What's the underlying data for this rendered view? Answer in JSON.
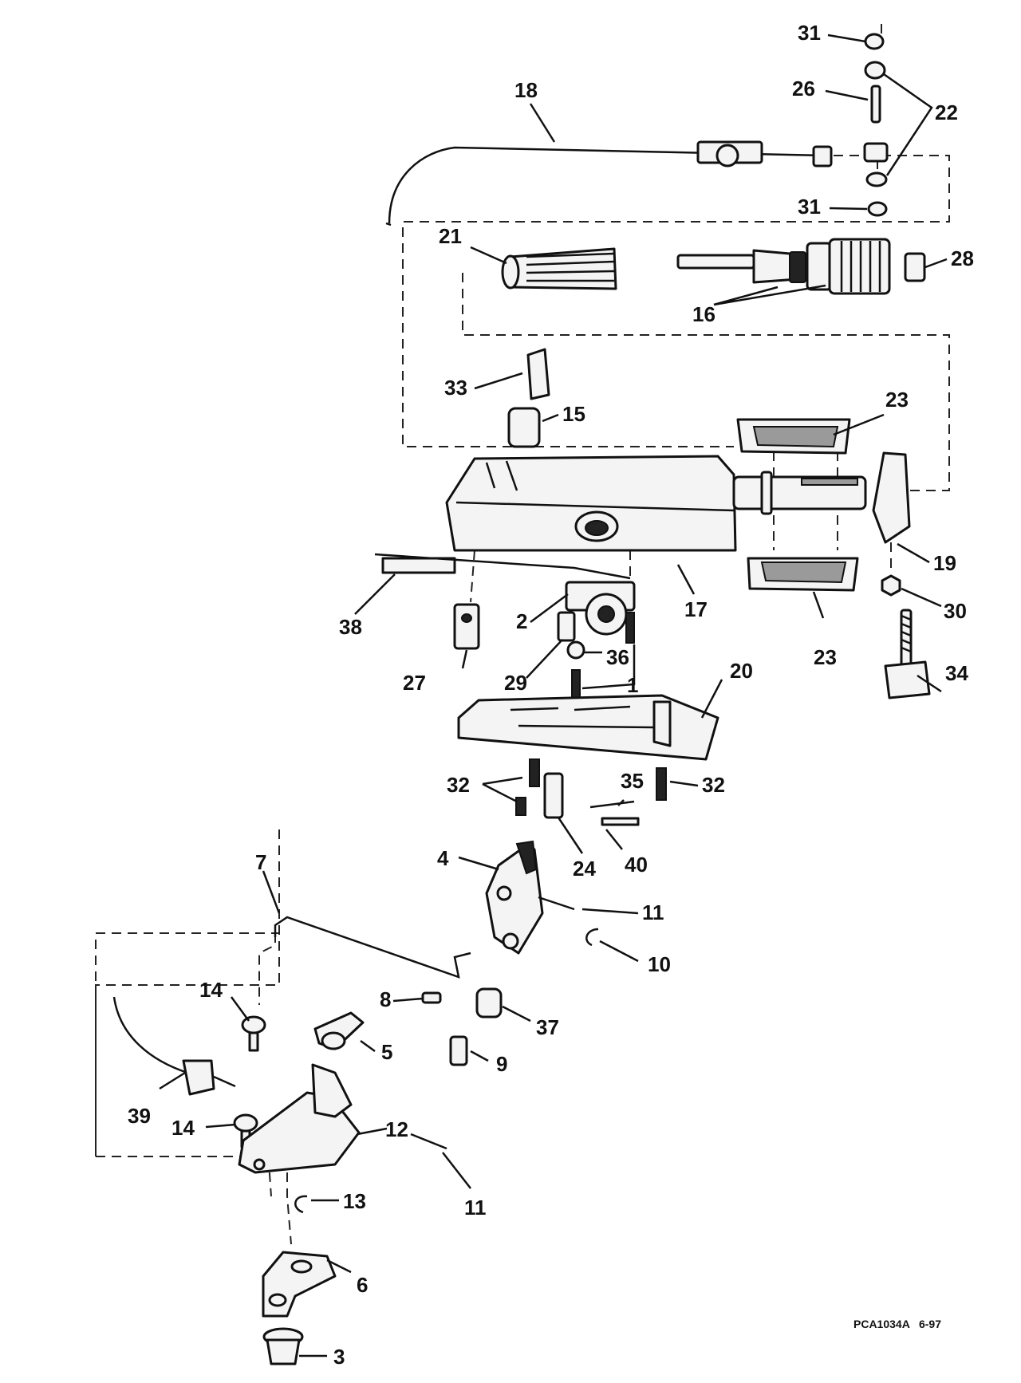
{
  "drawing_reference": "PCA1034A   6-97",
  "callouts": [
    {
      "id": "31a",
      "text": "31"
    },
    {
      "id": "22",
      "text": "22"
    },
    {
      "id": "26",
      "text": "26"
    },
    {
      "id": "18",
      "text": "18"
    },
    {
      "id": "31b",
      "text": "31"
    },
    {
      "id": "21",
      "text": "21"
    },
    {
      "id": "28",
      "text": "28"
    },
    {
      "id": "16",
      "text": "16"
    },
    {
      "id": "33",
      "text": "33"
    },
    {
      "id": "15",
      "text": "15"
    },
    {
      "id": "23a",
      "text": "23"
    },
    {
      "id": "19",
      "text": "19"
    },
    {
      "id": "30",
      "text": "30"
    },
    {
      "id": "17",
      "text": "17"
    },
    {
      "id": "38",
      "text": "38"
    },
    {
      "id": "2",
      "text": "2"
    },
    {
      "id": "23b",
      "text": "23"
    },
    {
      "id": "36",
      "text": "36"
    },
    {
      "id": "34",
      "text": "34"
    },
    {
      "id": "27",
      "text": "27"
    },
    {
      "id": "29",
      "text": "29"
    },
    {
      "id": "1",
      "text": "1"
    },
    {
      "id": "20",
      "text": "20"
    },
    {
      "id": "32a",
      "text": "32"
    },
    {
      "id": "35",
      "text": "35"
    },
    {
      "id": "32b",
      "text": "32"
    },
    {
      "id": "24",
      "text": "24"
    },
    {
      "id": "40",
      "text": "40"
    },
    {
      "id": "4",
      "text": "4"
    },
    {
      "id": "7",
      "text": "7"
    },
    {
      "id": "11a",
      "text": "11"
    },
    {
      "id": "10",
      "text": "10"
    },
    {
      "id": "14a",
      "text": "14"
    },
    {
      "id": "8",
      "text": "8"
    },
    {
      "id": "5",
      "text": "5"
    },
    {
      "id": "37",
      "text": "37"
    },
    {
      "id": "9",
      "text": "9"
    },
    {
      "id": "39",
      "text": "39"
    },
    {
      "id": "14b",
      "text": "14"
    },
    {
      "id": "12",
      "text": "12"
    },
    {
      "id": "11b",
      "text": "11"
    },
    {
      "id": "13",
      "text": "13"
    },
    {
      "id": "6",
      "text": "6"
    },
    {
      "id": "3",
      "text": "3"
    }
  ]
}
